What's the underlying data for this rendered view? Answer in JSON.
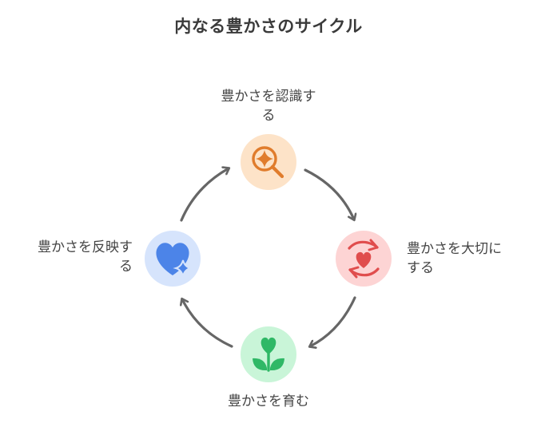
{
  "title": "内なる豊かさのサイクル",
  "steps": [
    {
      "id": "top",
      "line1": "豊かさを認識す",
      "line2": "る",
      "icon": "magnifier-sparkle-icon",
      "circle_color": "#fde3c8",
      "icon_color": "#e07c2c"
    },
    {
      "id": "right",
      "line1": "豊かさを大切に",
      "line2": "する",
      "icon": "hands-heart-icon",
      "circle_color": "#fdd4d4",
      "icon_color": "#e04d4d"
    },
    {
      "id": "bottom",
      "line1": "豊かさを育む",
      "line2": "",
      "icon": "sprout-heart-icon",
      "circle_color": "#c9f5d8",
      "icon_color": "#2fb866"
    },
    {
      "id": "left",
      "line1": "豊かさを反映す",
      "line2": "る",
      "icon": "heart-sparkle-icon",
      "circle_color": "#d6e4fc",
      "icon_color": "#4c84e8"
    }
  ],
  "arrow_color": "#666666"
}
